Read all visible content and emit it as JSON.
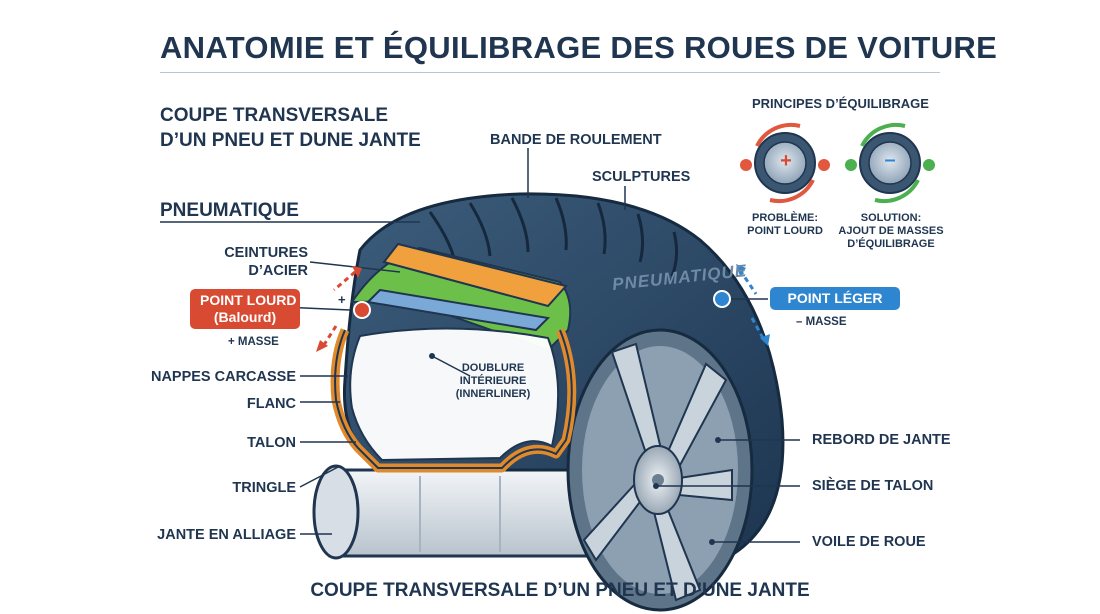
{
  "title": "ANATOMIE ET ÉQUILIBRAGE DES ROUES DE VOITURE",
  "section_heading": "COUPE TRANSVERSALE\nD’UN PNEU ET DUNE JANTE",
  "pneumatique_heading": "PNEUMATIQUE",
  "tire_sidewall_text": "PNEUMATIQUE",
  "labels": {
    "bande_de_roulement": "BANDE DE ROULEMENT",
    "sculptures": "SCULPTURES",
    "ceintures_acier": "CEINTURES\nD’ACIER",
    "nappes_carcasse": "NAPPES CARCASSE",
    "flanc": "FLANC",
    "talon": "TALON",
    "tringle": "TRINGLE",
    "jante_alliage": "JANTE EN ALLIAGE",
    "doublure": "DOUBLURE\nINTÉRIEURE\n(INNERLINER)",
    "rebord_jante": "REBORD DE JANTE",
    "siege_talon": "SIÈGE DE TALON",
    "voile_roue": "VOILE DE ROUE"
  },
  "point_lourd": {
    "label": "POINT LOURD\n(Balourd)",
    "mass": "+ MASSE",
    "sign": "+"
  },
  "point_leger": {
    "label": "POINT LÉGER",
    "mass": "– MASSE"
  },
  "balancing": {
    "title": "PRINCIPES D’ÉQUILIBRAGE",
    "problem": "PROBLÈME:\nPOINT LOURD",
    "solution": "SOLUTION:\nAJOUT DE MASSES\nD’ÉQUILIBRAGE",
    "plus": "+",
    "minus": "–"
  },
  "bottom_caption": "COUPE TRANSVERSALE D’UN PNEU ET D’UNE JANTE",
  "colors": {
    "navy": "#1f3550",
    "tire": "#2c4a66",
    "steel_belt": "#f0a03c",
    "blue_ply": "#7aa9d8",
    "green_layer": "#6cc04a",
    "carcass_orange": "#e08a2c",
    "red": "#d84a32",
    "blue": "#2f86d0",
    "green": "#4caf50"
  }
}
